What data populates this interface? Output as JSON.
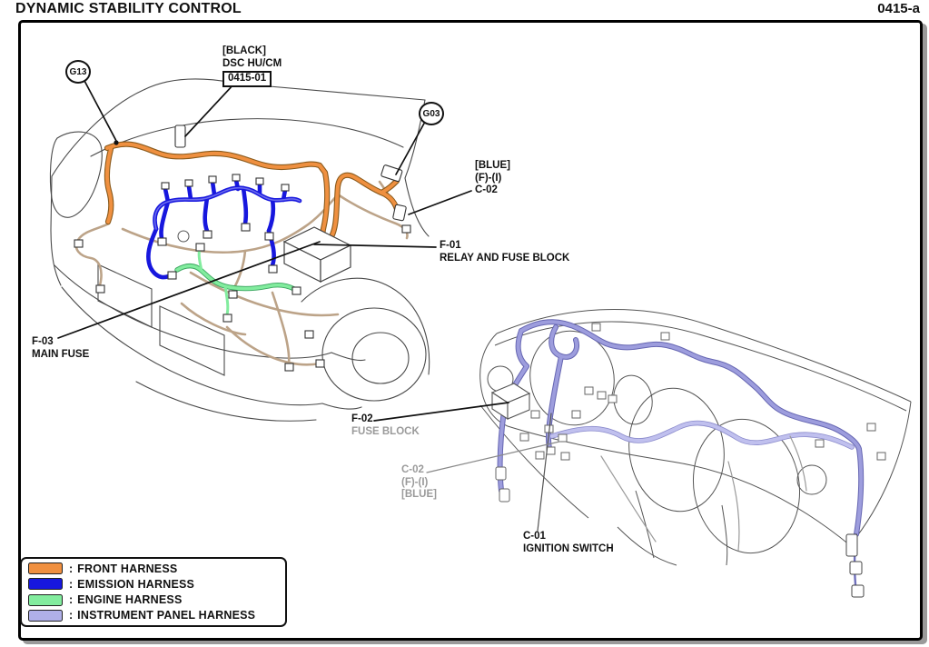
{
  "page": {
    "title": "DYNAMIC STABILITY CONTROL",
    "code": "0415-a"
  },
  "labels": {
    "g13": "G13",
    "g03": "G03",
    "dsc": {
      "line1": "[BLACK]",
      "line2": "DSC HU/CM",
      "ref": "0415-01"
    },
    "blue_c02": {
      "line1": "[BLUE]",
      "line2": "(F)-(I)",
      "line3": "C-02"
    },
    "f01": {
      "code": "F-01",
      "name": "RELAY AND FUSE BLOCK"
    },
    "f03": {
      "code": "F-03",
      "name": "MAIN FUSE"
    },
    "f02": {
      "code": "F-02",
      "name": "FUSE BLOCK"
    },
    "c02": {
      "line1": "C-02",
      "line2": "(F)-(I)",
      "line3": "[BLUE]"
    },
    "c01": {
      "code": "C-01",
      "name": "IGNITION SWITCH"
    }
  },
  "legend": {
    "separator": ":",
    "items": [
      {
        "label": "FRONT HARNESS",
        "color": "#F09040"
      },
      {
        "label": "EMISSION HARNESS",
        "color": "#1717DE"
      },
      {
        "label": "ENGINE HARNESS",
        "color": "#82EC9E"
      },
      {
        "label": "INSTRUMENT PANEL HARNESS",
        "color": "#AFAFE8"
      }
    ]
  },
  "colors": {
    "front_harness": "#F09040",
    "emission_harness": "#1717DE",
    "engine_harness": "#82EC9E",
    "instrument_panel_harness": "#AFAFE8",
    "uncolored_harness": "#BCA388",
    "muted_label": "#9A9A9A"
  }
}
